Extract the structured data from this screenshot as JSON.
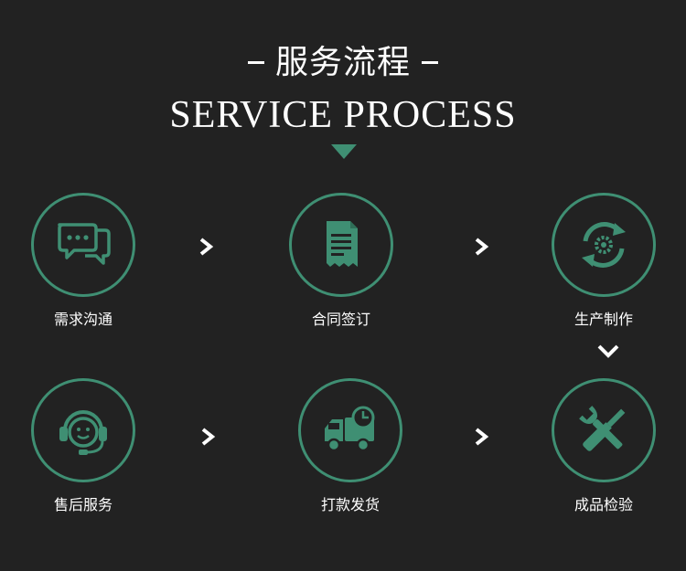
{
  "header": {
    "title_cn": "服务流程",
    "title_en": "SERVICE PROCESS"
  },
  "steps": [
    {
      "label": "需求沟通",
      "icon": "chat-bubbles-icon"
    },
    {
      "label": "合同签订",
      "icon": "contract-document-icon"
    },
    {
      "label": "生产制作",
      "icon": "gear-cycle-icon"
    },
    {
      "label": "售后服务",
      "icon": "headset-support-icon"
    },
    {
      "label": "打款发货",
      "icon": "delivery-truck-icon"
    },
    {
      "label": "成品检验",
      "icon": "wrench-screwdriver-icon"
    }
  ],
  "colors": {
    "background": "#222222",
    "accent": "#3f8f73",
    "text": "#ffffff"
  }
}
